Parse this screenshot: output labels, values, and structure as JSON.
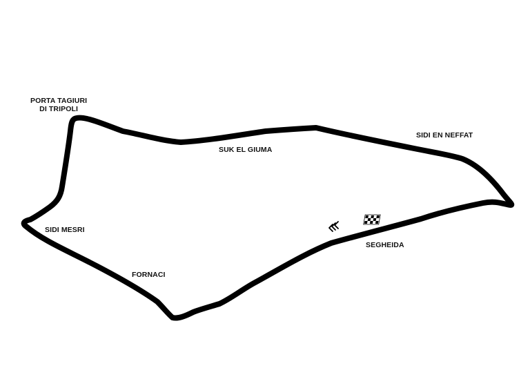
{
  "map": {
    "background_color": "#ffffff",
    "track_color": "#000000",
    "labels": {
      "porta_tagiuri_line1": "PORTA TAGIURI",
      "porta_tagiuri_line2": "DI TRIPOLI",
      "suk_el_giuma": "SUK EL GIUMA",
      "sidi_en_neffat": "SIDI EN NEFFAT",
      "sidi_mesri": "SIDI MESRI",
      "fornaci": "FORNACI",
      "segheida": "SEGHEIDA"
    },
    "icons": {
      "start_finish": "checkered-flag-icon",
      "direction": "race-direction-chevrons-icon"
    }
  }
}
